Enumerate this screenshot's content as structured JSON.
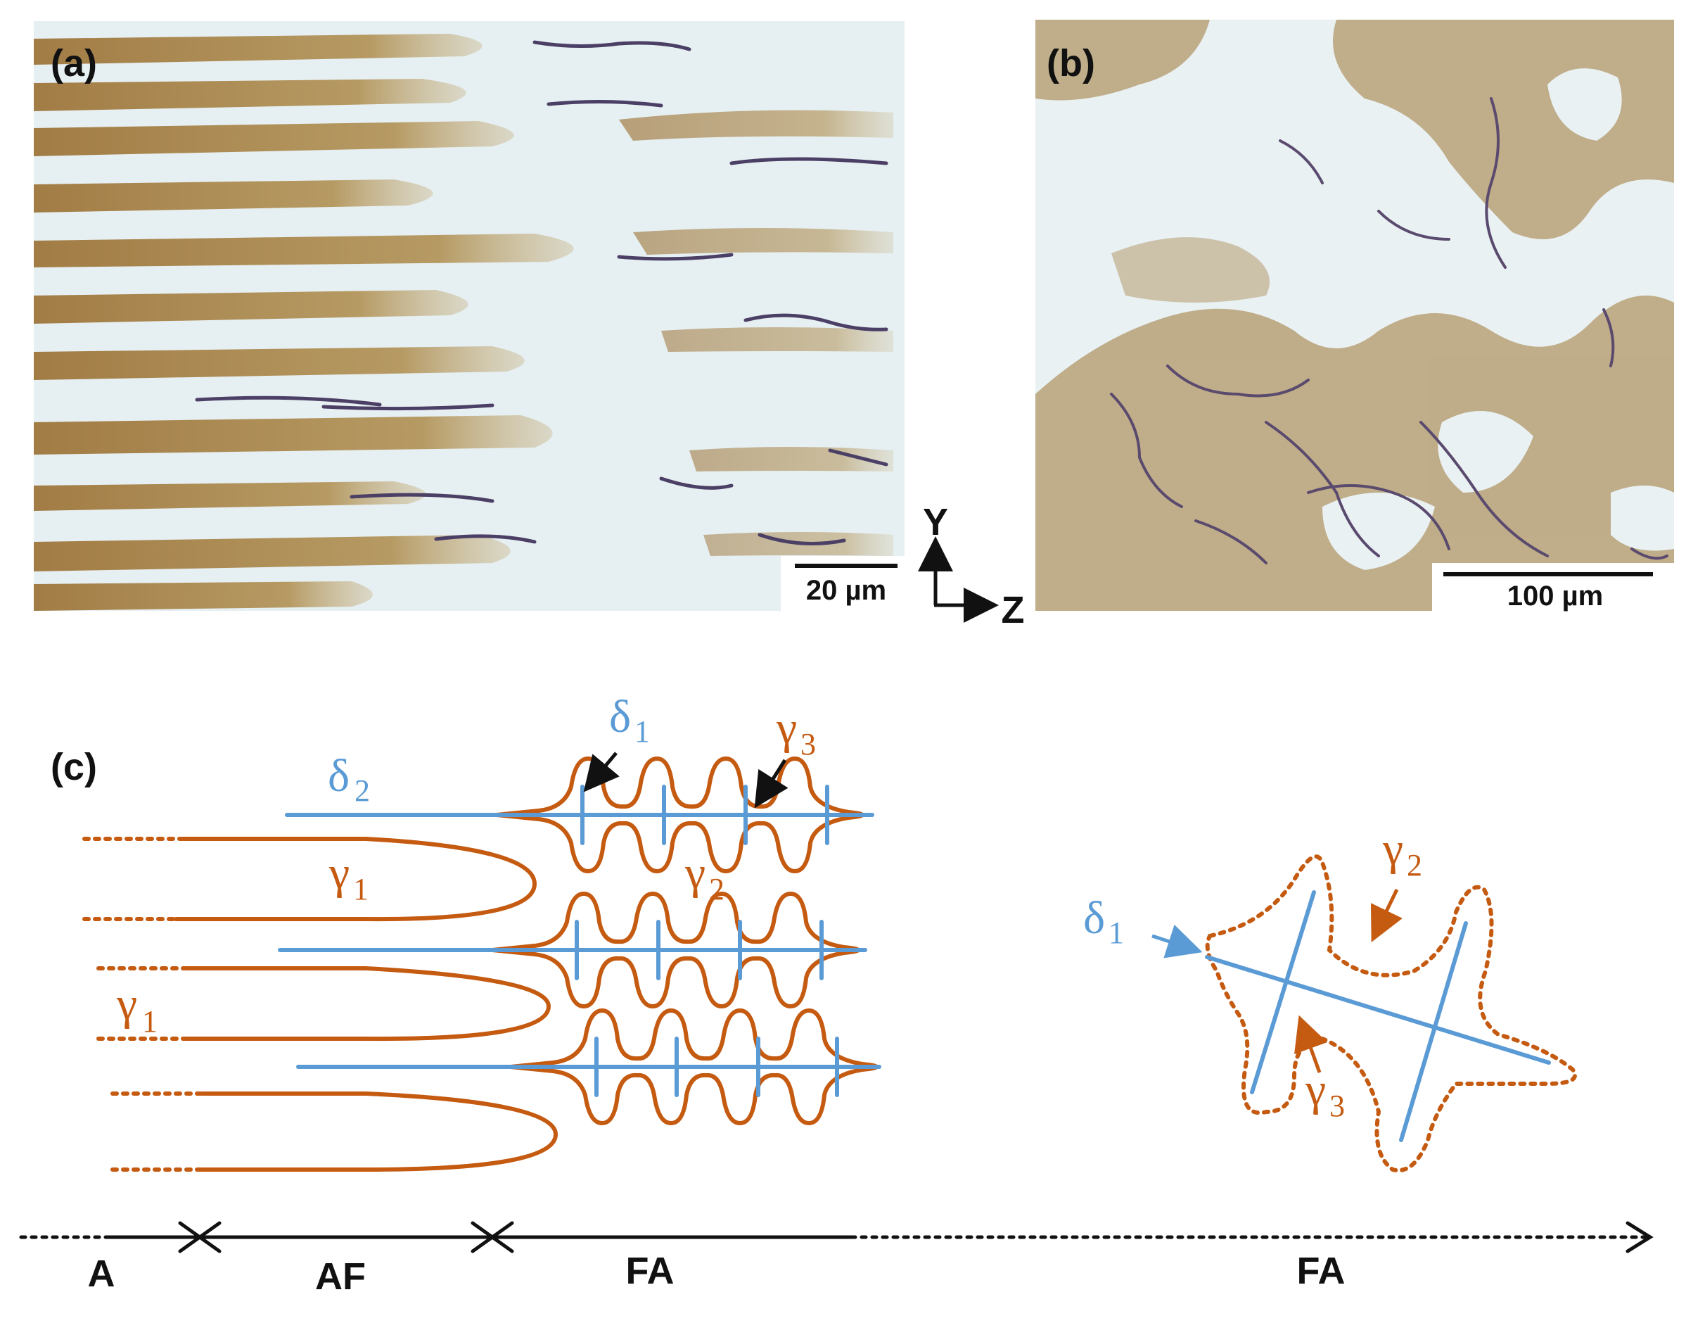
{
  "panels": {
    "a": {
      "label": "(a)",
      "scale_bar": "20 µm"
    },
    "b": {
      "label": "(b)",
      "scale_bar": "100 µm"
    },
    "c": {
      "label": "(c)"
    }
  },
  "axes": {
    "vertical": "Y",
    "horizontal": "Z"
  },
  "phases": {
    "delta1": {
      "symbol": "δ",
      "sub": "1"
    },
    "delta2": {
      "symbol": "δ",
      "sub": "2"
    },
    "gamma1": {
      "symbol": "γ",
      "sub": "1"
    },
    "gamma2": {
      "symbol": "γ",
      "sub": "2"
    },
    "gamma3": {
      "symbol": "γ",
      "sub": "3"
    }
  },
  "zones": {
    "a": "A",
    "af": "AF",
    "fa": "FA",
    "fa_right": "FA"
  },
  "colors": {
    "delta": "#5b9bd5",
    "gamma": "#c55a11",
    "arrow": "#111111",
    "micrograph_brown": "#a7864f",
    "micrograph_light": "#e9f1f3",
    "carbide": "#4b3f66"
  }
}
